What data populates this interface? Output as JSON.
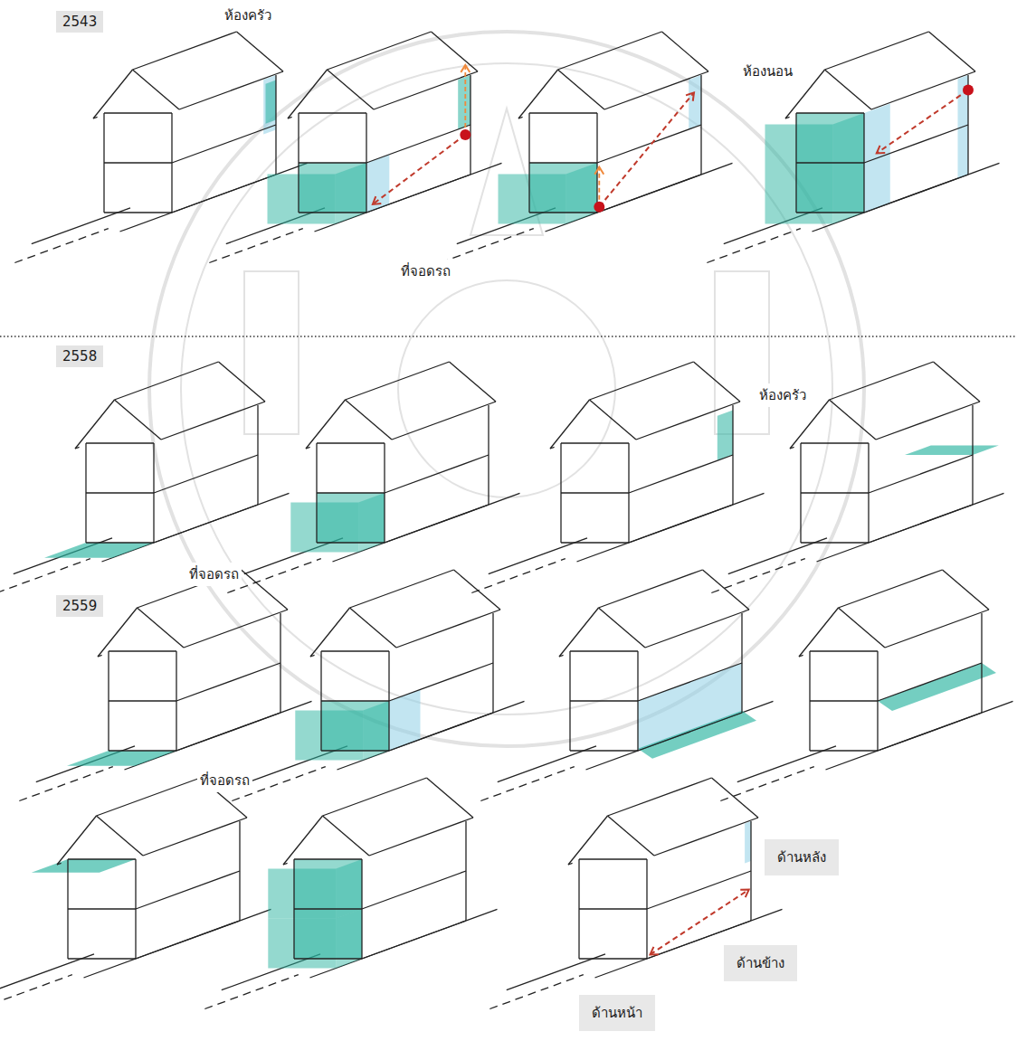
{
  "diagram": {
    "nodes": [
      {
        "text": [
          "2543"
        ]
      },
      {
        "text": [
          "2558"
        ]
      },
      {
        "text": [
          "2559"
        ]
      },
      {
        "text": [
          "ด้านหลัง"
        ]
      },
      {
        "text": [
          "ด้านข้าง"
        ]
      },
      {
        "text": [
          "ด้านหน้า"
        ]
      }
    ],
    "labels": [
      "ห้องครัว",
      "ห้องนอน",
      "ที่จอดรถ",
      "ห้องครัว",
      "ที่จอดรถ",
      "ที่จอดรถ"
    ]
  }
}
